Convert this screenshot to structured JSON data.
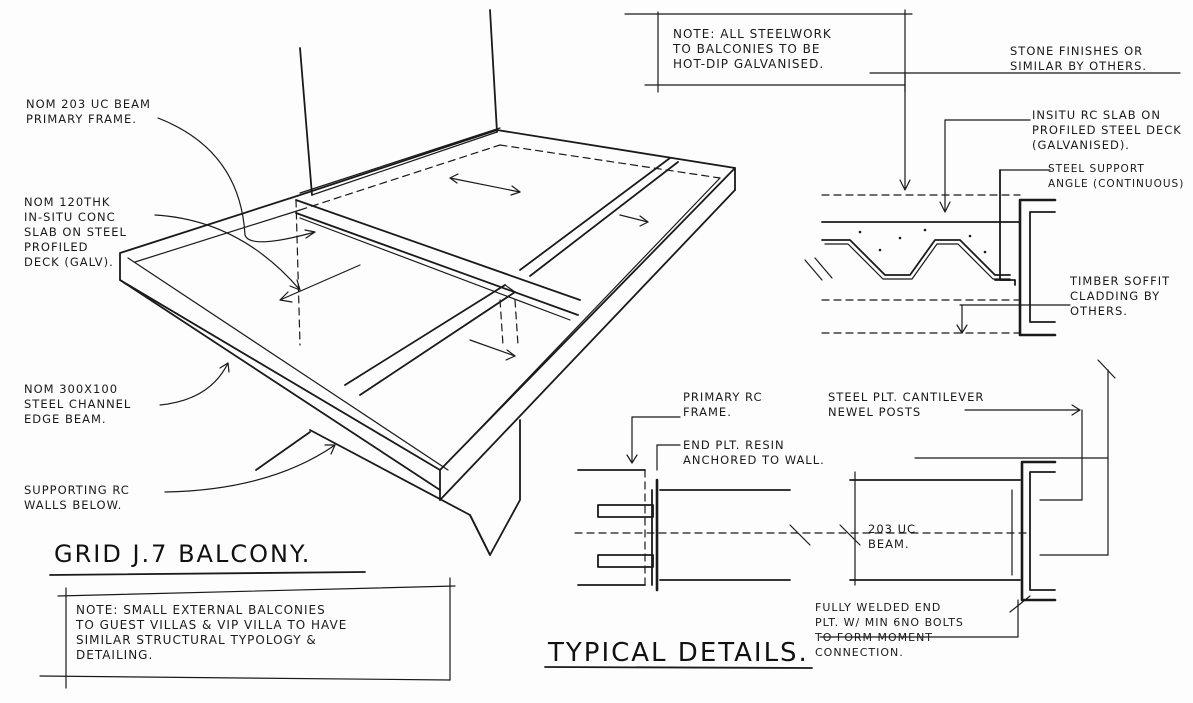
{
  "labels": {
    "primary_frame": "Nom 203 UC beam\nprimary frame.",
    "slab": "Nom 120thk\nin-situ conc\nslab on steel\nprofiled\ndeck (galv).",
    "edge_beam": "Nom 300x100\nsteel channel\nedge beam.",
    "supporting_walls": "Supporting RC\nwalls below.",
    "note_galv": "Note: All steelwork\nto balconies to be\nhot-dip galvanised.",
    "stone_finishes": "Stone finishes or\nsimilar by others.",
    "insitu_slab": "Insitu RC slab on\nprofiled steel deck\n(galvanised).",
    "support_angle": "Steel support\nangle (continuous)",
    "timber_soffit": "Timber soffit\ncladding by\nothers.",
    "primary_rc_frame": "Primary RC\nframe.",
    "end_plate": "End plt. resin\nanchored to wall.",
    "newel_posts": "Steel plt. cantilever\nnewel posts",
    "beam_203": "203 UC\nbeam.",
    "fully_welded": "Fully welded end\nplt. w/ min 6no bolts\nto form moment\nconnection.",
    "note_small": "Note: Small external balconies\nto guest villas & VIP villa to have\nsimilar structural typology &\ndetailing."
  },
  "titles": {
    "grid_balcony": "Grid J.7 Balcony.",
    "typical_details": "Typical Details."
  }
}
